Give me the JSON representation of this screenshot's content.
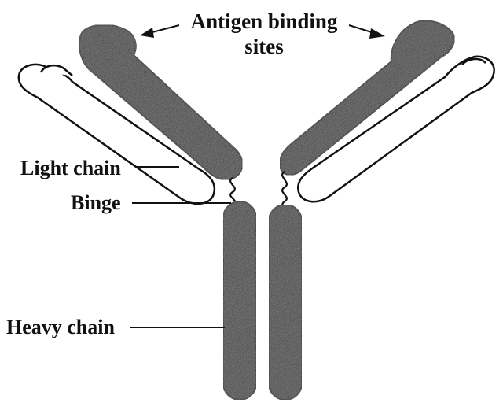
{
  "labels": {
    "antigen_line1": "Antigen binding",
    "antigen_line2": "sites",
    "light_chain": "Light chain",
    "hinge": "Binge",
    "heavy_chain": "Heavy chain"
  },
  "colors": {
    "heavy_chain_fill": "#3a3a3a",
    "light_chain_fill": "#ffffff",
    "outline": "#111111"
  }
}
